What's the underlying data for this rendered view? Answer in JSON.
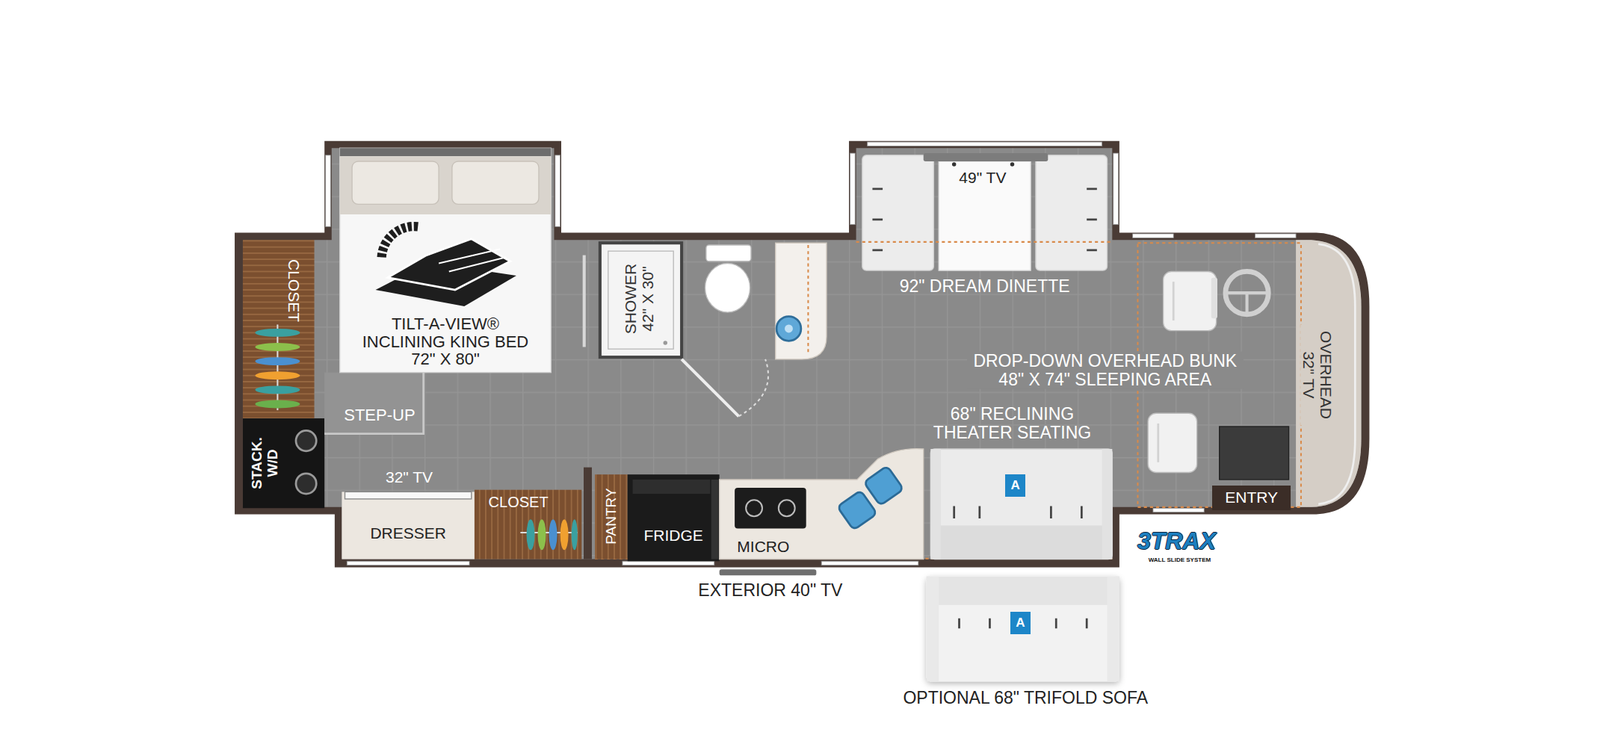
{
  "diagram": {
    "nodes": [
      {
        "text": [
          "TILT-A-VIEW® INCLINING KING BED 72\" X 80\""
        ]
      },
      {
        "text": [
          "SHOWER 42\" X 30\""
        ]
      },
      {
        "text": [
          "49\" TV",
          "92\" DREAM DINETTE"
        ]
      },
      {
        "text": [
          "CLOSET"
        ]
      },
      {
        "text": [
          "STACK. W/D"
        ]
      },
      {
        "text": [
          "32\" TV",
          "DRESSER"
        ]
      },
      {
        "text": [
          "CLOSET"
        ]
      },
      {
        "text": [
          "PANTRY"
        ]
      },
      {
        "text": [
          "FRIDGE"
        ]
      },
      {
        "text": [
          "68\" RECLINING THEATER SEATING"
        ]
      },
      {
        "text": [
          "A"
        ],
        "in": 9
      },
      {
        "text": [
          "ENTRY"
        ]
      },
      {
        "text": [
          "3TRAX",
          "WALL SLIDE SYSTEM"
        ]
      },
      {
        "text": [
          "OPTIONAL 68\" TRIFOLD SOFA"
        ]
      },
      {
        "text": [
          "A"
        ],
        "in": 13
      }
    ],
    "labels": [
      "DROP-DOWN OVERHEAD BUNK 48\" X 74\" SLEEPING AREA",
      "OVERHEAD 32\" TV",
      "STEP-UP",
      "MICRO",
      "EXTERIOR 40\" TV"
    ]
  }
}
